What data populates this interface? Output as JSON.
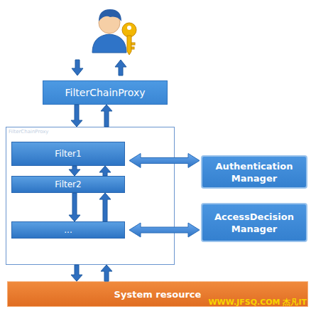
{
  "diagram": {
    "nodes": [
      {
        "text": [
          "FilterChainProxy"
        ]
      },
      {
        "text": [
          "FilterChainProxy"
        ]
      },
      {
        "text": [
          "Filter1"
        ],
        "in": 1
      },
      {
        "text": [
          "Filter2"
        ],
        "in": 1
      },
      {
        "text": [
          "..."
        ],
        "in": 1
      },
      {
        "text": [
          "Authentication Manager"
        ]
      },
      {
        "text": [
          "AccessDecision Manager"
        ]
      },
      {
        "text": [
          "System resource"
        ]
      }
    ],
    "edges": [
      {
        "from": 0,
        "to": 1,
        "arrow": "to"
      },
      {
        "from": 1,
        "to": 0,
        "arrow": "to"
      },
      {
        "from": 2,
        "to": 3,
        "arrow": "to"
      },
      {
        "from": 3,
        "to": 2,
        "arrow": "to"
      },
      {
        "from": 3,
        "to": 4,
        "arrow": "to"
      },
      {
        "from": 4,
        "to": 3,
        "arrow": "to"
      },
      {
        "from": 2,
        "to": 5,
        "arrow": "both"
      },
      {
        "from": 4,
        "to": 6,
        "arrow": "both"
      },
      {
        "from": 1,
        "to": 7,
        "arrow": "to"
      },
      {
        "from": 7,
        "to": 1,
        "arrow": "to"
      }
    ],
    "labels": [
      "WWW.JFSQ.COM 杰凡IT"
    ]
  }
}
